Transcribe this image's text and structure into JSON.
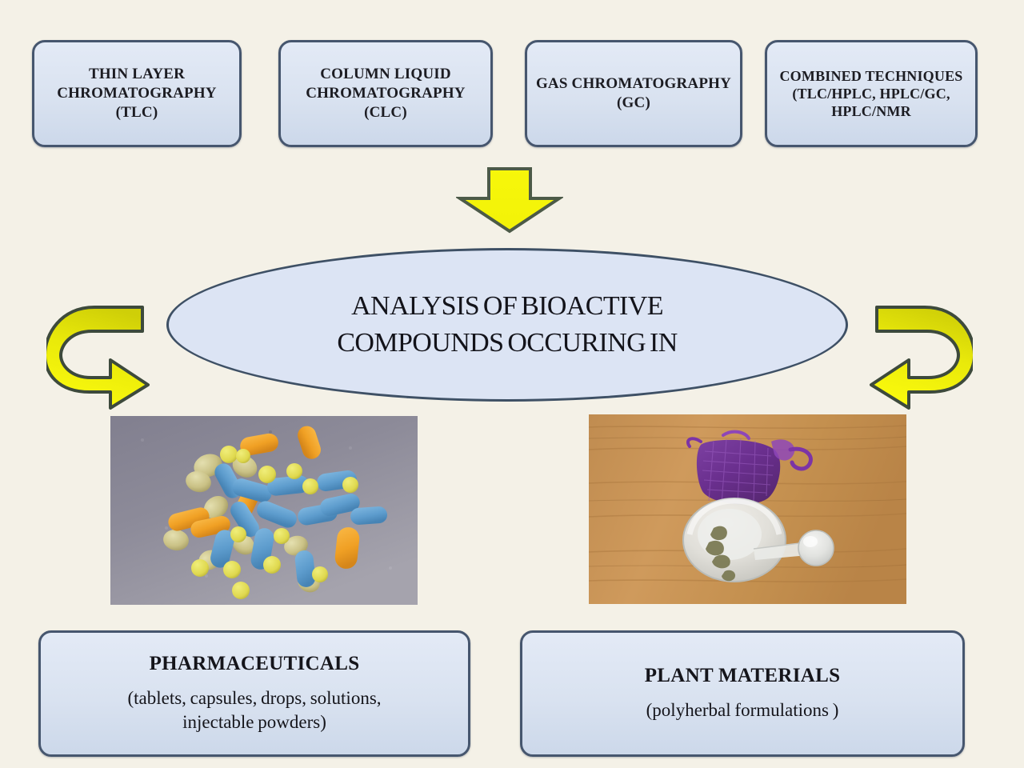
{
  "background_color": "#f4f1e7",
  "palette": {
    "box_fill": "#dce4f0",
    "box_border": "#46566e",
    "ellipse_fill": "#dce4f4",
    "ellipse_border": "#3e5065",
    "arrow_fill": "#f6f60c",
    "arrow_fill_dark": "#c8c80a",
    "arrow_border": "#4a5a46"
  },
  "techniques": [
    {
      "id": "tlc",
      "label": "THIN LAYER\nCHROMATOGRAPHY\n(TLC)"
    },
    {
      "id": "clc",
      "label": "COLUMN LIQUID\nCHROMATOGRAPHY\n(CLC)"
    },
    {
      "id": "gc",
      "label": "GAS\nCHROMATOGRAPHY\n(GC)"
    },
    {
      "id": "comb",
      "label": "COMBINED\nTECHNIQUES\n(TLC/HPLC, HPLC/GC,\nHPLC/NMR"
    }
  ],
  "center": {
    "label": "ANALYSIS OF BIOACTIVE\nCOMPOUNDS OCCURING IN"
  },
  "arrows": {
    "down": "down-arrow",
    "left_curve": "curved-arrow-left",
    "right_curve": "curved-arrow-right"
  },
  "photos": {
    "pharmaceuticals": {
      "caption": "photo of assorted blue and orange capsules, yellow round tablets and translucent softgels on a grey surface"
    },
    "plants": {
      "caption": "photo of a purple mesh herb pouch and a frosted glass mortar and pestle with dried herbs on a wooden table"
    }
  },
  "outcomes": [
    {
      "id": "pharmaceuticals",
      "title": "PHARMACEUTICALS",
      "subtitle": "(tablets, capsules, drops, solutions,\ninjectable powders)"
    },
    {
      "id": "plant-materials",
      "title": "PLANT MATERIALS",
      "subtitle": "(polyherbal formulations )"
    }
  ]
}
